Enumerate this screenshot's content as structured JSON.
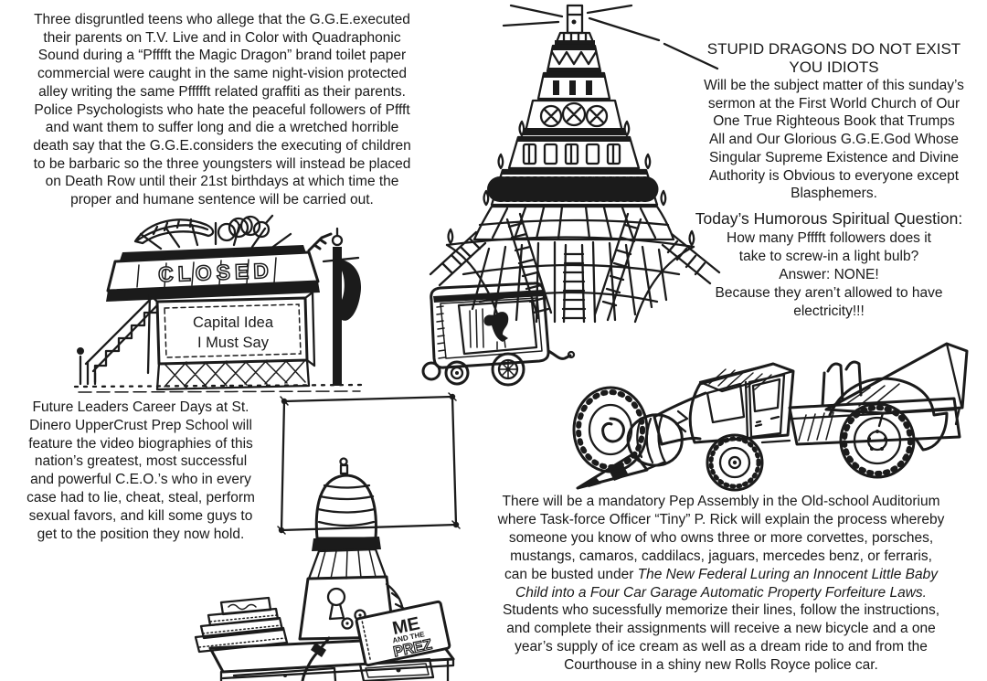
{
  "page": {
    "background": "#ffffff",
    "ink_color": "#1b1b1b"
  },
  "articles": {
    "teens_story": {
      "lines": [
        "Three disgruntled teens who allege that the G.G.E.executed",
        "their parents on T.V. Live and in Color with Quadraphonic",
        "Sound during a “Pfffft the Magic Dragon” brand toilet paper",
        "commercial were caught in the same night-vision protected",
        "alley writing the same Pffffft related graffiti as their parents.",
        "Police Psychologists who hate the peaceful followers of Pffft",
        "and want them to suffer long and die a wretched horrible",
        "death say that the G.G.E.considers the executing of children",
        "to be barbaric so the three youngsters will instead be placed",
        "on Death Row until their 21st birthdays at which time the",
        "proper and humane sentence will be carried out."
      ]
    },
    "sermon_notice": {
      "heading_lines": [
        "STUPID DRAGONS DO NOT EXIST",
        "YOU IDIOTS"
      ],
      "body_lines": [
        "Will be the subject matter of this sunday’s",
        "sermon at the First World Church of Our",
        "One True Righteous Book that Trumps",
        "All and Our Glorious G.G.E.God Whose",
        "Singular Supreme Existence and Divine",
        "Authority is Obvious to everyone except",
        "Blasphemers."
      ]
    },
    "spiritual_question": {
      "heading": "Today’s Humorous Spiritual Question:",
      "lines": [
        "How many Pfffft followers does it",
        "take to screw-in a light bulb?",
        "Answer: NONE!",
        "Because they aren’t allowed to have",
        "electricity!!!"
      ]
    },
    "career_days": {
      "lines": [
        "Future Leaders Career Days at St.",
        "Dinero UpperCrust Prep School will",
        "feature the video biographies of this",
        "nation’s greatest, most successful",
        "and powerful C.E.O.’s who in every",
        "case had to lie, cheat, steal, perform",
        "sexual favors, and kill some guys to",
        "get to the position they now hold."
      ]
    },
    "pep_assembly": {
      "lines": [
        {
          "t": "There will be a mandatory Pep Assembly in the Old-school Auditorium"
        },
        {
          "t": "where Task-force Officer “Tiny” P. Rick will explain the process whereby"
        },
        {
          "t": "someone you know of who owns three or more corvettes, porsches,"
        },
        {
          "t": "mustangs, camaros, caddilacs, jaguars, mercedes benz, or ferraris,"
        },
        {
          "pre": "can be busted under ",
          "em": "The New Federal Luring an Innocent Little Baby"
        },
        {
          "em": "Child into a Four Car Garage Automatic Property Forfeiture Laws."
        },
        {
          "t": "Students who sucessfully memorize their lines, follow the instructions,"
        },
        {
          "t": "and complete their assignments will receive a new bicycle and a one"
        },
        {
          "t": "year’s supply of ice cream as well as a dream ride to and from the"
        },
        {
          "t": "Courthouse in a shiny new Rolls Royce police car."
        }
      ]
    }
  },
  "illustrations": {
    "temple_tower": {
      "label": "temple tower with light rays and ladders"
    },
    "closed_booth": {
      "marquee_text": "CLOSED",
      "sign_line1": "Capital Idea",
      "sign_line2": "I Must Say"
    },
    "toy_wagon": {
      "label": "toy wagon with horse picture"
    },
    "projector_scene": {
      "book_line1": "ME",
      "book_line2": "AND THE",
      "book_line3": "PREZ"
    },
    "race_car": {
      "label": "drill-nosed race car with rear wing"
    }
  }
}
